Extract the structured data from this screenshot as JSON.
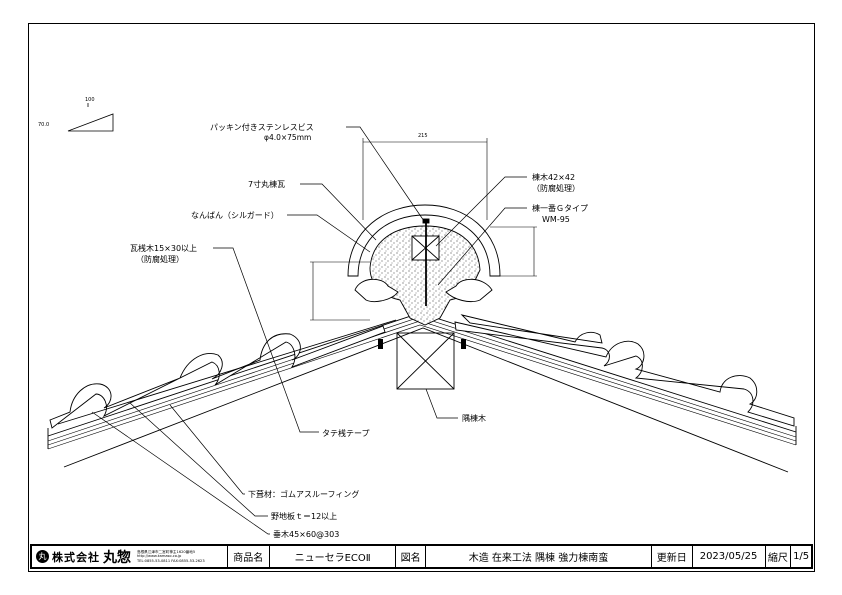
{
  "callouts": {
    "screw": "パッキン付きステンレスビス",
    "screw_size": "φ4.0×75mm",
    "ridge_tile": "7寸丸棟瓦",
    "nanban": "なんばん（シルガード）",
    "batten": "瓦桟木15×30以上",
    "batten_treat": "（防腐処理）",
    "ridge_wood": "棟木42×42",
    "ridge_wood_treat": "（防腐処理）",
    "ridge_type": "棟一番Ｇタイプ",
    "ridge_type_code": "WM-95",
    "hip_wood": "隅棟木",
    "tape": "タテ桟テープ",
    "underlay": "下葺材：ゴムアスルーフィング",
    "sheathing": "野地板ｔ＝12以上",
    "rafter": "垂木45×60@303"
  },
  "dims": {
    "width": "215",
    "pitch_run": "100",
    "pitch_rise": "70.0"
  },
  "title_block": {
    "logo_char": "丸",
    "company_name": "株式会社",
    "company_brand": "丸惣",
    "company_address": "島根県江津市二宮町神主1620番地5",
    "company_url": "http://www.kamaso.co.jp",
    "company_tel": "TEL:0855-53-0811 FAX:0855-53-2623",
    "product_label": "商品名",
    "product_value": "ニューセラECOⅡ",
    "drawing_label": "図名",
    "drawing_value": "木造 在来工法 隅棟 強力棟南蛮",
    "updated_label": "更新日",
    "updated_value": "2023/05/25",
    "scale_label": "縮尺",
    "scale_value": "1/5"
  }
}
